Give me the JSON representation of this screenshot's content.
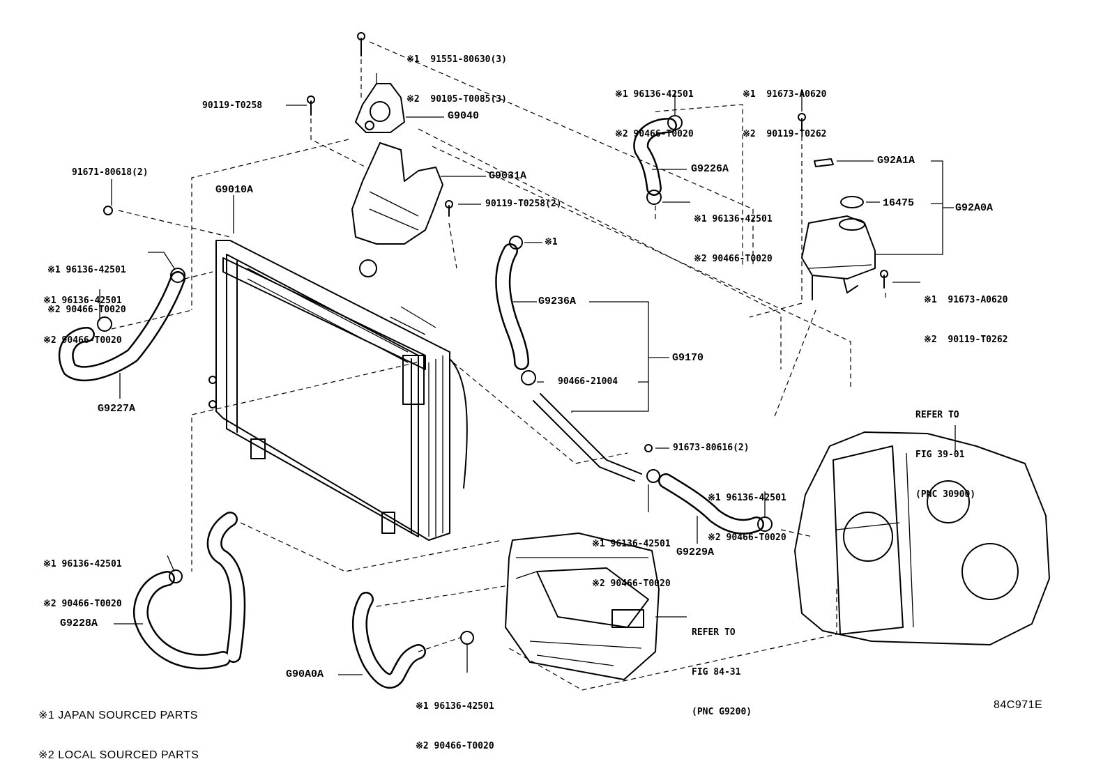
{
  "labels": {
    "bolt_top_1": "※1  91551-80630(3)",
    "bolt_top_2": "※2  90105-T0085(3)",
    "bolt_90119_left": "90119-T0258",
    "g9040": "G9040",
    "g9031a": "G9031A",
    "bolt_90119_2": "90119-T0258(2)",
    "clip_91671": "91671-80618(2)",
    "g9010a": "G9010A",
    "clamp_a_1": "※1 96136-42501",
    "clamp_a_2": "※2 90466-T0020",
    "clamp_b_1": "※1 96136-42501",
    "clamp_b_2": "※2 90466-T0020",
    "g9227a": "G9227A",
    "clamp_c_1": "※1 96136-42501",
    "clamp_c_2": "※2 90466-T0020",
    "bolt_tr_1": "※1  91673-A0620",
    "bolt_tr_2": "※2  90119-T0262",
    "g9226a": "G9226A",
    "clamp_d_1": "※1 96136-42501",
    "clamp_d_2": "※2 90466-T0020",
    "g92a1a": "G92A1A",
    "p16475": "16475",
    "g92a0a": "G92A0A",
    "bolt_res_1": "※1  91673-A0620",
    "bolt_res_2": "※2  90119-T0262",
    "clamp_x1": "※1",
    "g9236a": "G9236A",
    "g9170": "G9170",
    "clamp_90466": "90466-21004",
    "bolt_91673": "91673-80616(2)",
    "refer_t1": "REFER TO",
    "refer_t2": "FIG 39-01",
    "refer_t3": "(PNC 30900)",
    "clamp_e_1": "※1 96136-42501",
    "clamp_e_2": "※2 90466-T0020",
    "clamp_f_1": "※1 96136-42501",
    "clamp_f_2": "※2 90466-T0020",
    "g9229a": "G9229A",
    "clamp_g_1": "※1 96136-42501",
    "clamp_g_2": "※2 90466-T0020",
    "g9228a": "G9228A",
    "refer_i1": "REFER TO",
    "refer_i2": "FIG 84-31",
    "refer_i3": "(PNC G9200)",
    "g90a0a": "G90A0A",
    "clamp_h_1": "※1 96136-42501",
    "clamp_h_2": "※2 90466-T0020",
    "note1": "※1 JAPAN SOURCED PARTS",
    "note2": "※2 LOCAL SOURCED PARTS",
    "illus_code": "84C971E"
  }
}
